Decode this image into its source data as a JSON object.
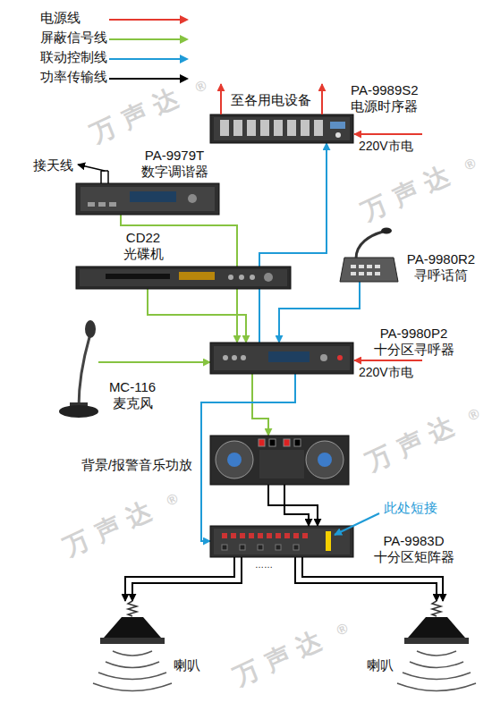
{
  "diagram": {
    "nodes": [
      {
        "text": [
          "PA-9989S2 电源时序器"
        ]
      },
      {
        "text": [
          "PA-9979T 数字调谐器"
        ]
      },
      {
        "text": [
          "CD22 光碟机"
        ]
      },
      {
        "text": [
          "PA-9980R2 寻呼话筒"
        ]
      },
      {
        "text": [
          "PA-9980P2 十分区寻呼器"
        ]
      },
      {
        "text": [
          "MC-116 麦克风"
        ]
      },
      {
        "text": [
          "背景/报警音乐功放"
        ]
      },
      {
        "text": [
          "PA-9983D 十分区矩阵器"
        ]
      },
      {
        "text": [
          "喇叭"
        ]
      },
      {
        "text": [
          "喇叭"
        ]
      }
    ],
    "edges": [
      {
        "from": 1,
        "to": 4,
        "arrow": "to"
      },
      {
        "from": 2,
        "to": 4,
        "arrow": "to"
      },
      {
        "from": 5,
        "to": 4,
        "arrow": "to"
      },
      {
        "from": 3,
        "to": 4,
        "arrow": "to"
      },
      {
        "from": 4,
        "to": 0,
        "arrow": "to"
      },
      {
        "from": 4,
        "to": 6,
        "arrow": "to"
      },
      {
        "from": 4,
        "to": 7,
        "arrow": "to"
      },
      {
        "from": 6,
        "to": 7,
        "arrow": "to"
      },
      {
        "from": 7,
        "to": 8,
        "arrow": "to"
      },
      {
        "from": 7,
        "to": 9,
        "arrow": "to"
      }
    ],
    "labels": [
      "至各用电设备",
      "220V市电",
      "接天线",
      "220V市电",
      "……",
      "此处短接",
      "万声达",
      "®",
      "万声达",
      "®",
      "万声达",
      "®",
      "万声达",
      "®",
      "万声达",
      "®"
    ],
    "legend": [
      {
        "text": "电源线",
        "color": "#e53a2f"
      },
      {
        "text": "屏蔽信号线",
        "color": "#86c341"
      },
      {
        "text": "联动控制线",
        "color": "#1f9bd7"
      },
      {
        "text": "功率传输线",
        "color": "#000000"
      }
    ]
  }
}
